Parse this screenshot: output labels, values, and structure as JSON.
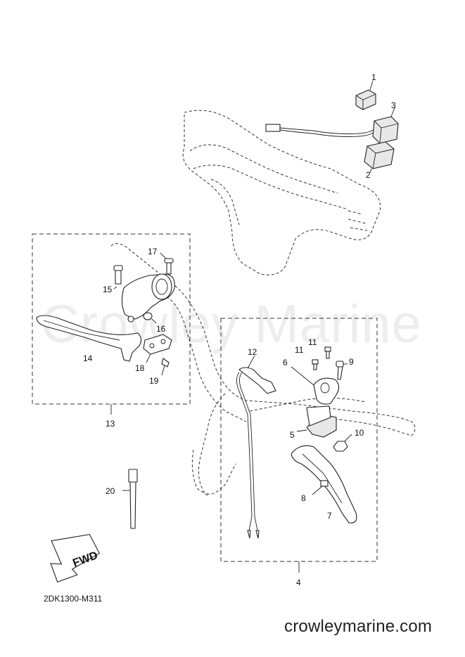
{
  "watermark": "Crowley Marine",
  "diagram_code": "2DK1300-M311",
  "site": "crowleymarine.com",
  "fwd_label": "FWD",
  "callouts": {
    "c1": "1",
    "c2": "2",
    "c3": "3",
    "c4": "4",
    "c5": "5",
    "c6": "6",
    "c7": "7",
    "c8": "8",
    "c9": "9",
    "c10": "10",
    "c11a": "11",
    "c11b": "11",
    "c12": "12",
    "c13": "13",
    "c14": "14",
    "c15": "15",
    "c16": "16",
    "c17": "17",
    "c18": "18",
    "c19": "19",
    "c20": "20"
  }
}
